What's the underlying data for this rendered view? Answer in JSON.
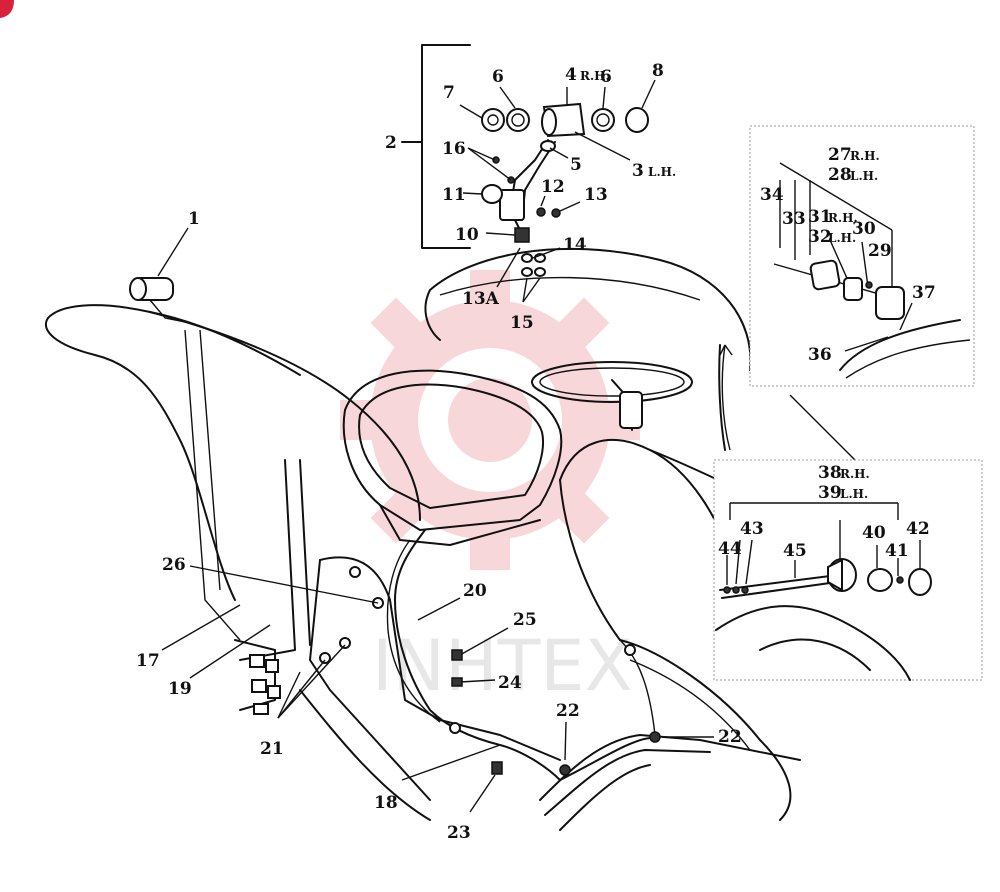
{
  "watermark": {
    "text": "INHTEX",
    "gear_color": "#f4b8bc"
  },
  "accent_color": "#d8213a",
  "callouts": {
    "c1": "1",
    "c2": "2",
    "c3": "3",
    "c3s": "L.H.",
    "c4": "4",
    "c4s": "R.H.",
    "c5": "5",
    "c6a": "6",
    "c6b": "6",
    "c7": "7",
    "c8": "8",
    "c10": "10",
    "c11": "11",
    "c12": "12",
    "c13": "13",
    "c13a": "13A",
    "c14": "14",
    "c15": "15",
    "c16": "16",
    "c17": "17",
    "c18": "18",
    "c19": "19",
    "c20": "20",
    "c21": "21",
    "c22a": "22",
    "c22b": "22",
    "c23": "23",
    "c24": "24",
    "c25": "25",
    "c26": "26",
    "c27": "27",
    "c27s": "R.H.",
    "c28": "28",
    "c28s": "L.H.",
    "c29": "29",
    "c30": "30",
    "c31": "31",
    "c31s": "R.H.",
    "c32": "32",
    "c32s": "L.H.",
    "c33": "33",
    "c34": "34",
    "c36": "36",
    "c37": "37",
    "c38": "38",
    "c38s": "R.H.",
    "c39": "39",
    "c39s": "L.H.",
    "c40": "40",
    "c41": "41",
    "c42": "42",
    "c43": "43",
    "c44": "44",
    "c45": "45"
  }
}
